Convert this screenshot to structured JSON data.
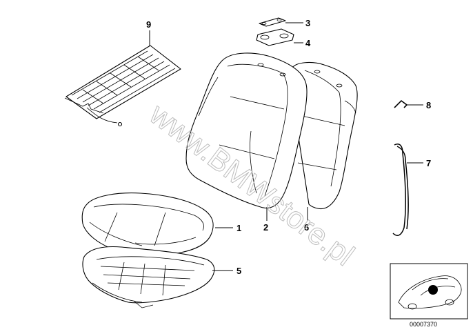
{
  "watermark": "www.BMWstore.pl",
  "callouts": {
    "n1": "1",
    "n2": "2",
    "n3": "3",
    "n4": "4",
    "n5": "5",
    "n6": "6",
    "n7": "7",
    "n8": "8",
    "n9": "9"
  },
  "inset": {
    "reference_code": "00007370"
  }
}
